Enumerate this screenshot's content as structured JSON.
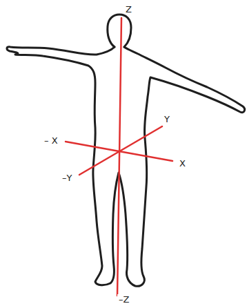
{
  "diagram": {
    "labels": [
      "Z",
      "– X",
      "Y",
      "X",
      "–Y",
      "–Z"
    ]
  }
}
